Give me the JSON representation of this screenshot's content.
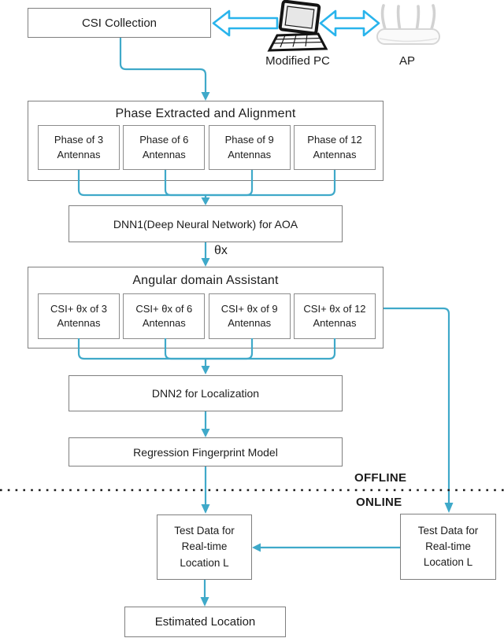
{
  "colors": {
    "flow_line": "#3FA9C9",
    "link_arrow": "#29B4EC",
    "box_border": "#7F7F7F",
    "text": "#1C1C1C"
  },
  "top_row": {
    "csi_box": "CSI Collection",
    "pc_label": "Modified PC",
    "ap_label": "AP"
  },
  "phase_section": {
    "title": "Phase Extracted and Alignment",
    "cells": [
      {
        "line1": "Phase of 3",
        "line2": "Antennas"
      },
      {
        "line1": "Phase of 6",
        "line2": "Antennas"
      },
      {
        "line1": "Phase  of 9",
        "line2": "Antennas"
      },
      {
        "line1": "Phase  of 12",
        "line2": "Antennas"
      }
    ]
  },
  "dnn1_box": "DNN1(Deep Neural Network) for AOA",
  "aoa_label": "θx",
  "angular_section": {
    "title": "Angular domain Assistant",
    "cells": [
      {
        "line1": "CSI+ θx of 3",
        "line2": "Antennas"
      },
      {
        "line1": "CSI+ θx of 6",
        "line2": "Antennas"
      },
      {
        "line1": "CSI+ θx of 9",
        "line2": "Antennas"
      },
      {
        "line1": "CSI+ θx of 12",
        "line2": "Antennas"
      }
    ]
  },
  "dnn2_box": "DNN2 for Localization",
  "regression_box": "Regression Fingerprint Model",
  "phase_labels": {
    "offline": "OFFLINE",
    "online": "ONLINE"
  },
  "test_left_box": {
    "line1": "Test Data for",
    "line2": "Real-time",
    "line3": "Location L"
  },
  "test_right_box": {
    "line1": "Test Data for",
    "line2": "Real-time",
    "line3": "Location L"
  },
  "estimated_box": "Estimated Location"
}
